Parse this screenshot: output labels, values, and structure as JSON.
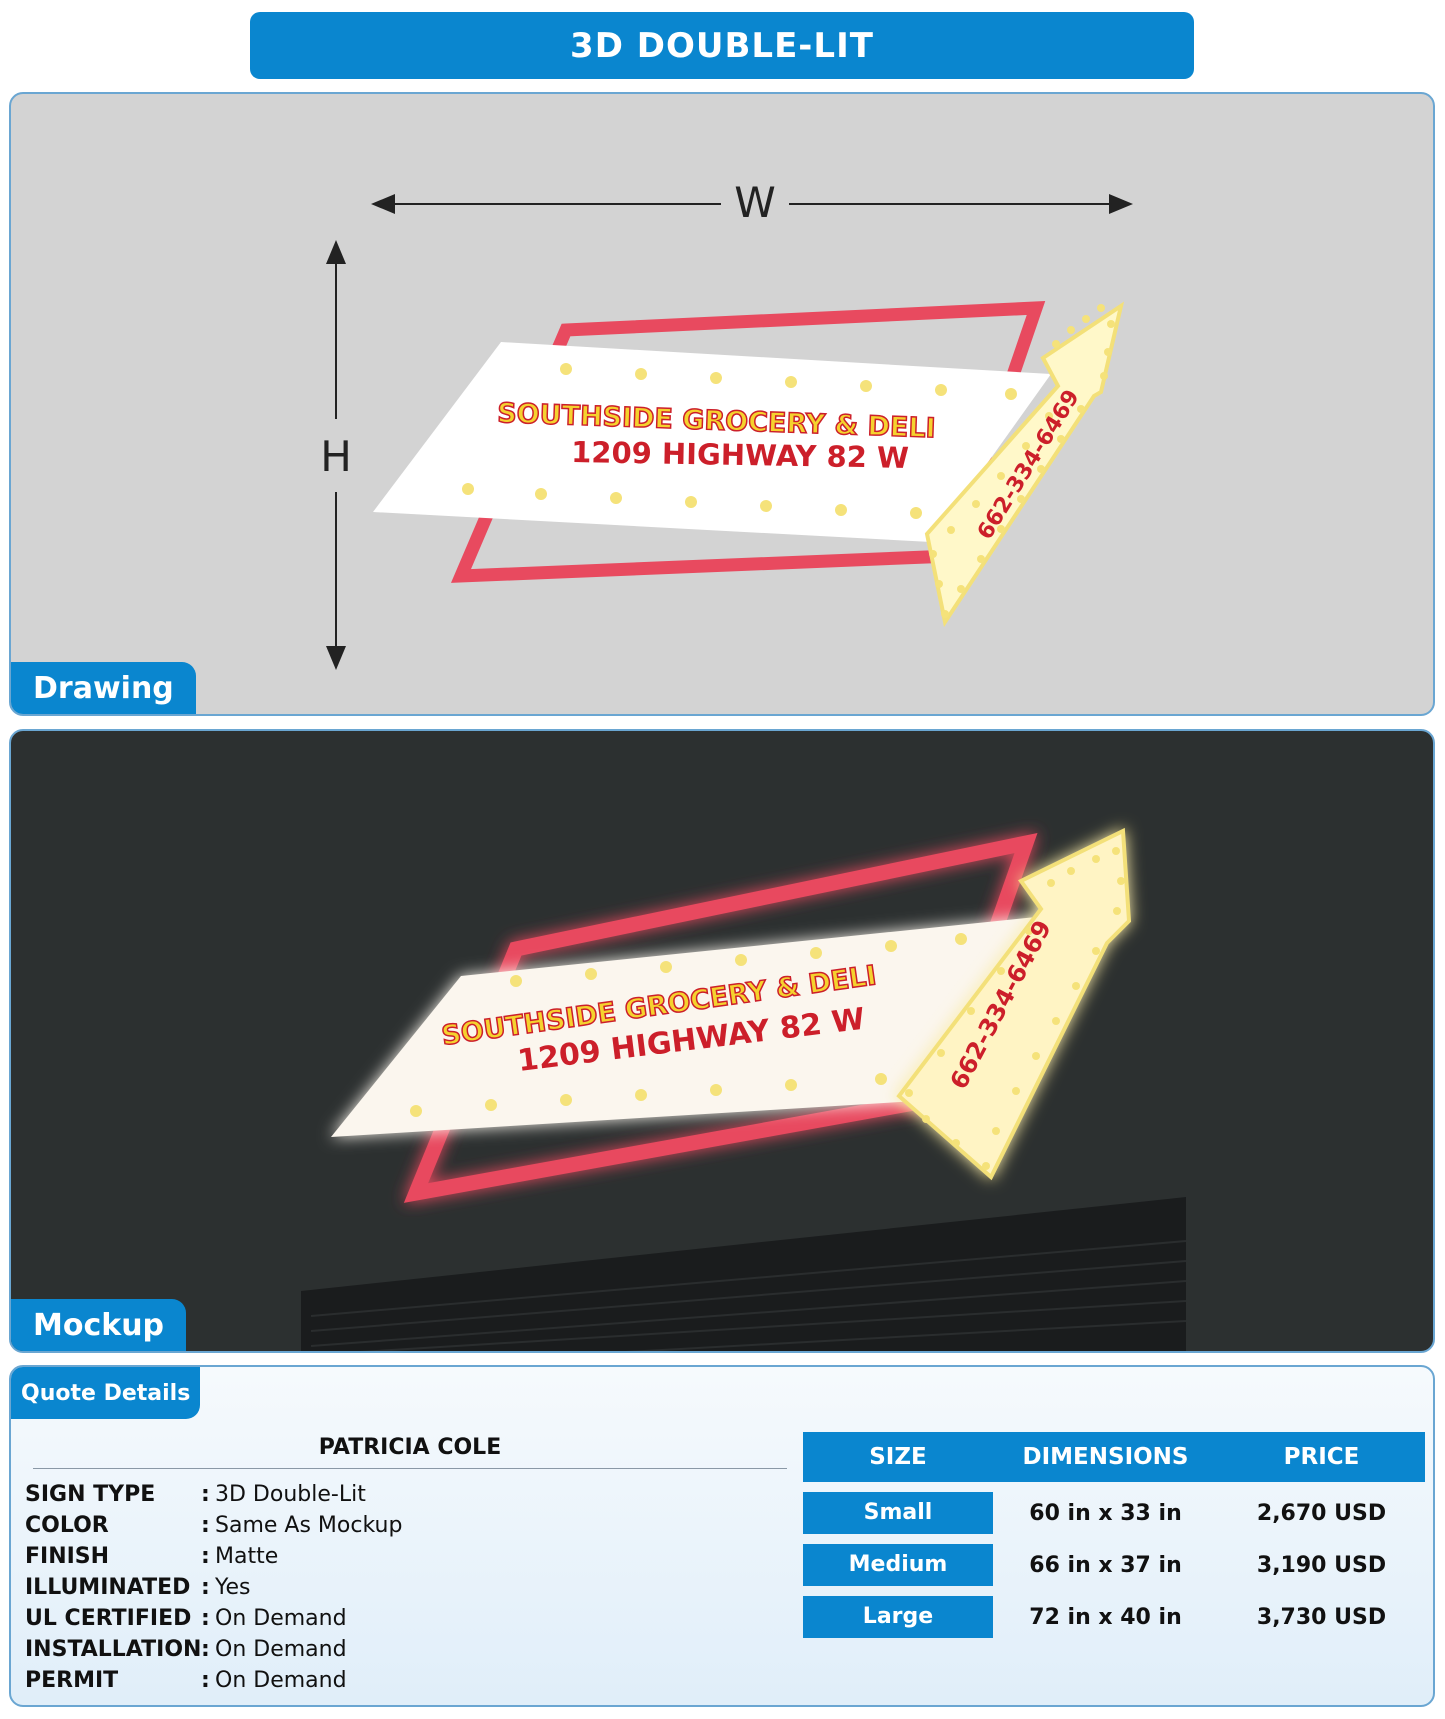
{
  "title": "3D DOUBLE-LIT",
  "drawing": {
    "tab_label": "Drawing",
    "width_label": "W",
    "height_label": "H",
    "sign_line1": "SOUTHSIDE GROCERY & DELI",
    "sign_line2": "1209 HIGHWAY 82 W",
    "sign_phone": "662-334-6469"
  },
  "mockup": {
    "tab_label": "Mockup",
    "sign_line1": "SOUTHSIDE GROCERY & DELI",
    "sign_line2": "1209 HIGHWAY 82 W",
    "sign_phone": "662-334-6469"
  },
  "quote": {
    "tab_label": "Quote Details",
    "customer": "PATRICIA COLE",
    "specs": [
      {
        "label": "SIGN TYPE",
        "value": "3D Double-Lit"
      },
      {
        "label": "COLOR",
        "value": "Same As Mockup"
      },
      {
        "label": "FINISH",
        "value": "Matte"
      },
      {
        "label": "ILLUMINATED",
        "value": "Yes"
      },
      {
        "label": "UL CERTIFIED",
        "value": "On Demand"
      },
      {
        "label": "INSTALLATION",
        "value": "On Demand"
      },
      {
        "label": "PERMIT",
        "value": "On Demand"
      }
    ],
    "table": {
      "headers": [
        "SIZE",
        "DIMENSIONS",
        "PRICE"
      ],
      "rows": [
        {
          "size": "Small",
          "dimensions": "60 in x 33 in",
          "price": "2,670 USD"
        },
        {
          "size": "Medium",
          "dimensions": "66 in x 37 in",
          "price": "3,190 USD"
        },
        {
          "size": "Large",
          "dimensions": "72 in x 40 in",
          "price": "3,730 USD"
        }
      ]
    }
  },
  "colors": {
    "accent": "#0a86cf",
    "frame_red": "#e84a5f",
    "arrow_yellow": "#f7ec8c",
    "text_red": "#cc1f2a",
    "text_yellow": "#f5d22e"
  }
}
